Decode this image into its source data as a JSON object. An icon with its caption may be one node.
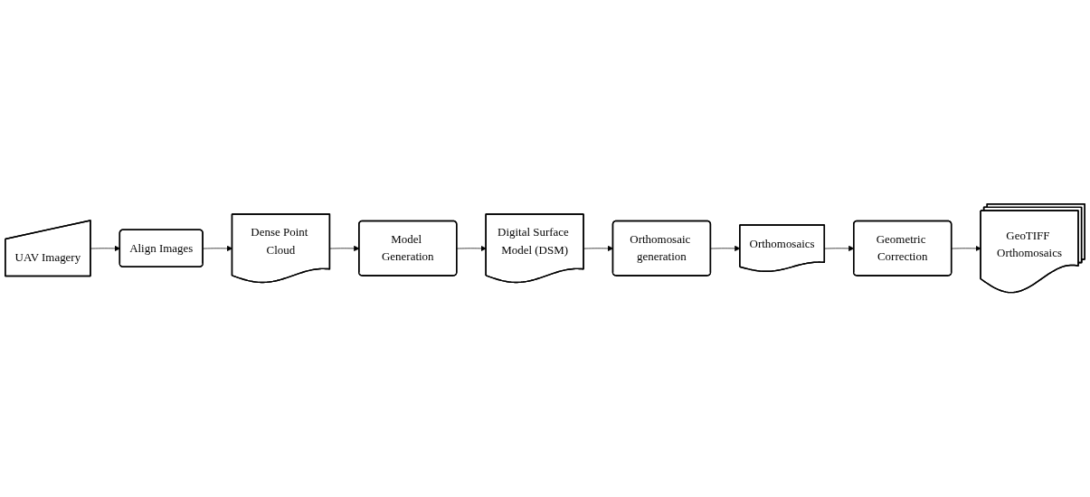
{
  "diagram": {
    "nodes": [
      {
        "text": [
          "UAV Imagery"
        ]
      },
      {
        "text": [
          "Align Images"
        ]
      },
      {
        "text": [
          "Dense Point Cloud"
        ]
      },
      {
        "text": [
          "Model Generation"
        ]
      },
      {
        "text": [
          "Digital Surface Model (DSM)"
        ]
      },
      {
        "text": [
          "Orthomosaic generation"
        ]
      },
      {
        "text": [
          "Orthomosaics"
        ]
      },
      {
        "text": [
          "Geometric Correction"
        ]
      },
      {
        "text": [
          "GeoTIFF Orthomosaics"
        ]
      }
    ],
    "edges": [
      {
        "from": 0,
        "to": 1,
        "arrow": "to"
      },
      {
        "from": 1,
        "to": 2,
        "arrow": "to"
      },
      {
        "from": 2,
        "to": 3,
        "arrow": "to"
      },
      {
        "from": 3,
        "to": 4,
        "arrow": "to"
      },
      {
        "from": 4,
        "to": 5,
        "arrow": "to"
      },
      {
        "from": 5,
        "to": 6,
        "arrow": "to"
      },
      {
        "from": 6,
        "to": 7,
        "arrow": "to"
      },
      {
        "from": 7,
        "to": 8,
        "arrow": "to"
      }
    ]
  }
}
